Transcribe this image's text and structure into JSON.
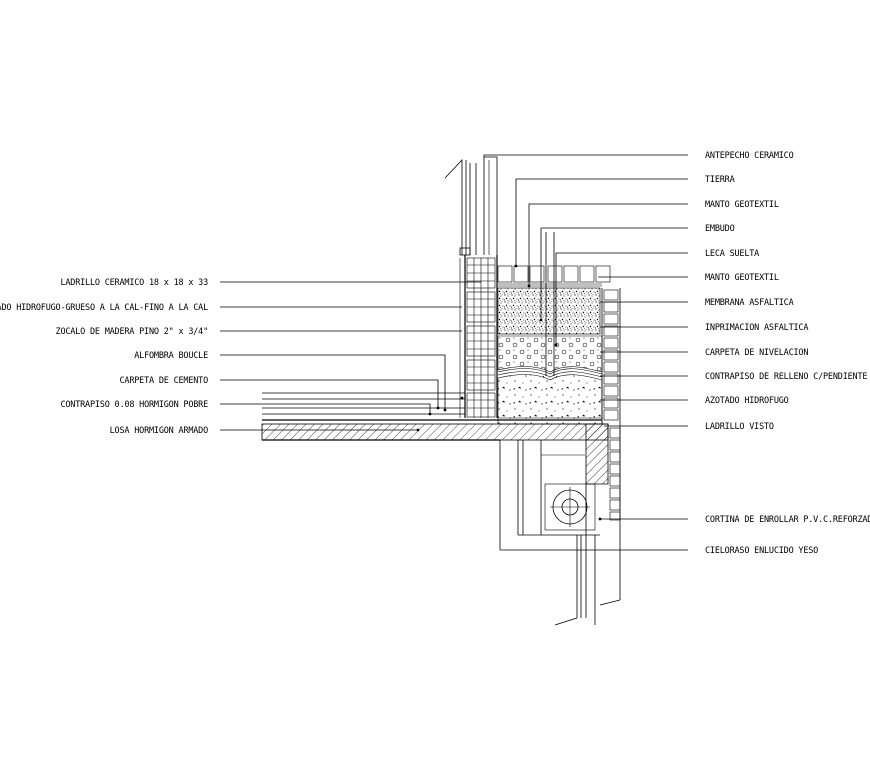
{
  "labels_left": [
    {
      "id": "ladrillo-ceramico",
      "text": "LADRILLO CERAMICO 18 x 18 x 33"
    },
    {
      "id": "azotado-hidrofugo-grueso",
      "text": "AZOTADO HIDROFUGO-GRUESO A LA CAL-FINO A LA CAL"
    },
    {
      "id": "zocalo-madera",
      "text": "ZOCALO DE MADERA PINO 2\" x 3/4\""
    },
    {
      "id": "alfombra-boucle",
      "text": "ALFOMBRA BOUCLE"
    },
    {
      "id": "carpeta-cemento",
      "text": "CARPETA DE CEMENTO"
    },
    {
      "id": "contrapiso-hormigon",
      "text": "CONTRAPISO 0.08 HORMIGON POBRE"
    },
    {
      "id": "losa-hormigon",
      "text": "LOSA HORMIGON ARMADO"
    }
  ],
  "labels_right": [
    {
      "id": "antepecho-ceramico",
      "text": "ANTEPECHO CERAMICO"
    },
    {
      "id": "tierra",
      "text": "TIERRA"
    },
    {
      "id": "manto-geotextil-1",
      "text": "MANTO GEOTEXTIL"
    },
    {
      "id": "embudo",
      "text": "EMBUDO"
    },
    {
      "id": "leca-suelta",
      "text": "LECA SUELTA"
    },
    {
      "id": "manto-geotextil-2",
      "text": "MANTO GEOTEXTIL"
    },
    {
      "id": "membrana-asfaltica",
      "text": "MEMBRANA ASFALTICA"
    },
    {
      "id": "imprimacion-asfaltica",
      "text": "INPRIMACION ASFALTICA"
    },
    {
      "id": "carpeta-nivelacion",
      "text": "CARPETA DE NIVELACION"
    },
    {
      "id": "contrapiso-relleno",
      "text": "CONTRAPISO DE RELLENO C/PENDIENTE"
    },
    {
      "id": "azotado-hidrofugo",
      "text": "AZOTADO HIDROFUGO"
    },
    {
      "id": "ladrillo-visto",
      "text": "LADRILLO VISTO"
    },
    {
      "id": "cortina-enrollar",
      "text": "CORTINA DE ENROLLAR P.V.C.REFORZADO"
    },
    {
      "id": "cielorraso",
      "text": "CIELORASO ENLUCIDO YESO"
    }
  ]
}
